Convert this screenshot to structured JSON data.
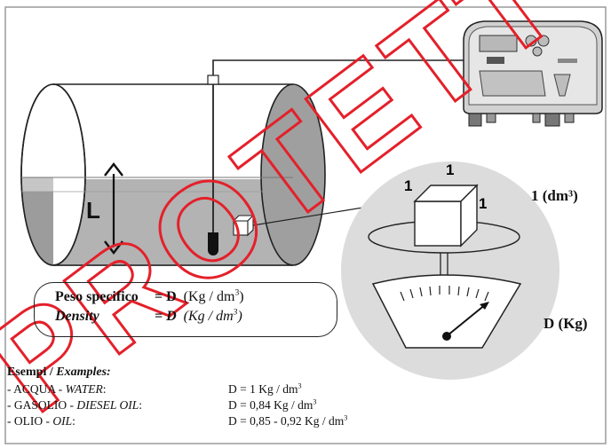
{
  "diagram": {
    "watermark_text": "PROTETTO",
    "level_label": "L",
    "cube_edge_labels": [
      "1",
      "1",
      "1"
    ],
    "volume_label": "1 (dm³)",
    "weight_label": "D (Kg)",
    "density_box": {
      "line1": {
        "label": "Peso specifico",
        "eq": "= D",
        "unit": "(Kg / dm",
        "unit_exp": "3",
        "unit_end": ")"
      },
      "line2": {
        "label": "Density",
        "eq": "= D",
        "unit": "(Kg / dm",
        "unit_exp": "3",
        "unit_end": ")"
      }
    }
  },
  "examples": {
    "title_it": "Esempi / ",
    "title_en": "Examples:",
    "items": [
      {
        "name_it": "- ACQUA - ",
        "name_en": "WATER",
        "name_end": ":",
        "value": "D =  1 Kg / dm",
        "exp": "3"
      },
      {
        "name_it": "- GASOLIO - ",
        "name_en": "DIESEL OIL",
        "name_end": ":",
        "value": "D = 0,84 Kg / dm",
        "exp": "3"
      },
      {
        "name_it": "- OLIO - ",
        "name_en": "OIL",
        "name_end": ":",
        "value": "D =  0,85  -  0,92 Kg / dm",
        "exp": "3"
      }
    ]
  },
  "colors": {
    "liquid": "#b3b3b3",
    "liquid_dark": "#8e8e8e",
    "circle_bg": "#dcdcdc",
    "outline": "#222222",
    "watermark": "#e4202a",
    "device_body": "#cfcfcf"
  }
}
